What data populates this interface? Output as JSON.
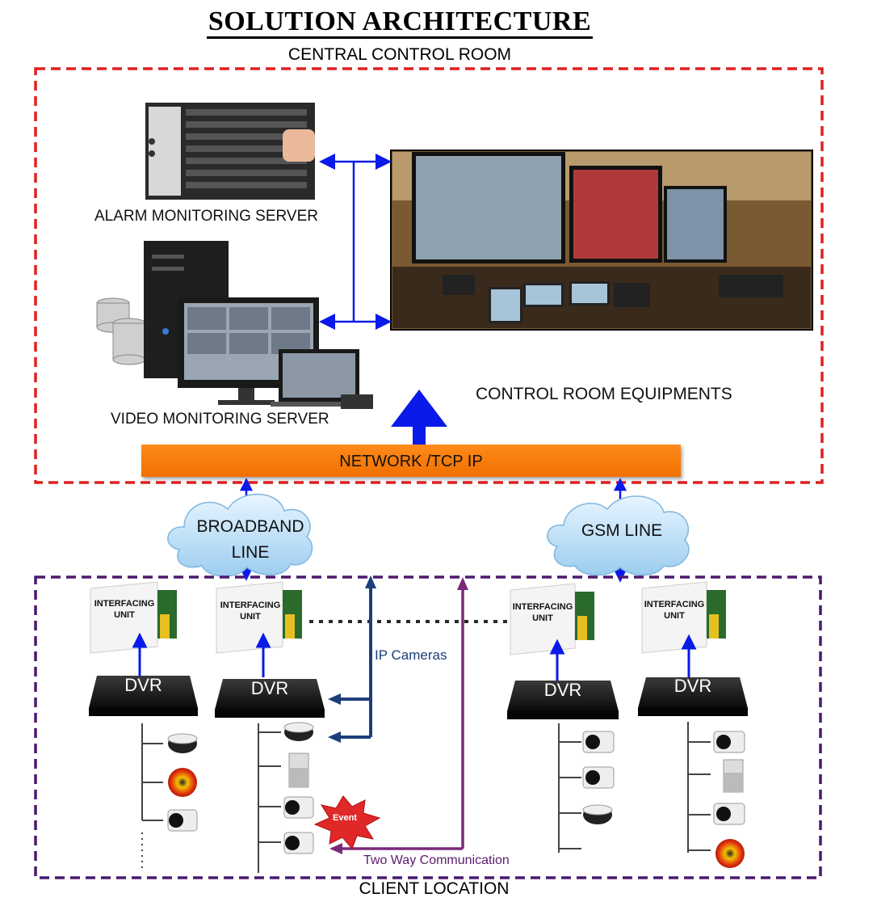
{
  "header": {
    "title": "SOLUTION ARCHITECTURE",
    "subtitle": "CENTRAL CONTROL ROOM"
  },
  "control_room": {
    "alarm_server_label": "ALARM MONITORING SERVER",
    "video_server_label": "VIDEO MONITORING SERVER",
    "equipment_label": "CONTROL ROOM EQUIPMENTS",
    "network_label": "NETWORK /TCP IP"
  },
  "links": {
    "broadband": "BROADBAND LINE",
    "broadband_line1": "BROADBAND",
    "broadband_line2": "LINE",
    "gsm": "GSM LINE"
  },
  "client": {
    "interfacing_unit_line1": "INTERFACING",
    "interfacing_unit_line2": "UNIT",
    "dvr_label": "DVR",
    "ip_cameras_label": "IP Cameras",
    "event_label": "Event",
    "two_way_label": "Two Way Communication",
    "footer_label": "CLIENT LOCATION"
  },
  "colors": {
    "control_border": "#e02020",
    "client_border": "#4a1a6e",
    "network_bar": "#f57a0a",
    "arrow_blue": "#0a1ae8",
    "ip_arrow": "#1c3e7a",
    "two_way_arrow": "#7a2a7a",
    "cloud": "#b9dcf5"
  }
}
